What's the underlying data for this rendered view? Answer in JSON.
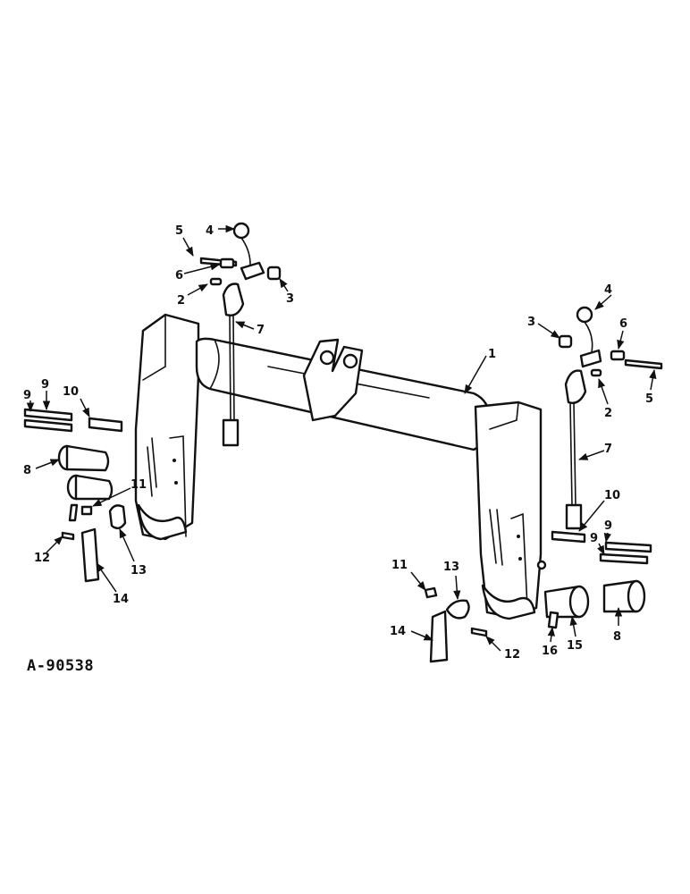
{
  "figure_id": "A-90538",
  "callouts": {
    "c1": "1",
    "l2": "2",
    "l3": "3",
    "l4": "4",
    "l5": "5",
    "l6": "6",
    "l7": "7",
    "l8": "8",
    "l9a": "9",
    "l9b": "9",
    "l10": "10",
    "l11": "11",
    "l12": "12",
    "l13": "13",
    "l14": "14",
    "r2": "2",
    "r3": "3",
    "r4": "4",
    "r5": "5",
    "r6": "6",
    "r7": "7",
    "r8": "8",
    "r9a": "9",
    "r9b": "9",
    "r10": "10",
    "r11": "11",
    "r12": "12",
    "r13": "13",
    "r14": "14",
    "r15": "15",
    "r16": "16"
  }
}
